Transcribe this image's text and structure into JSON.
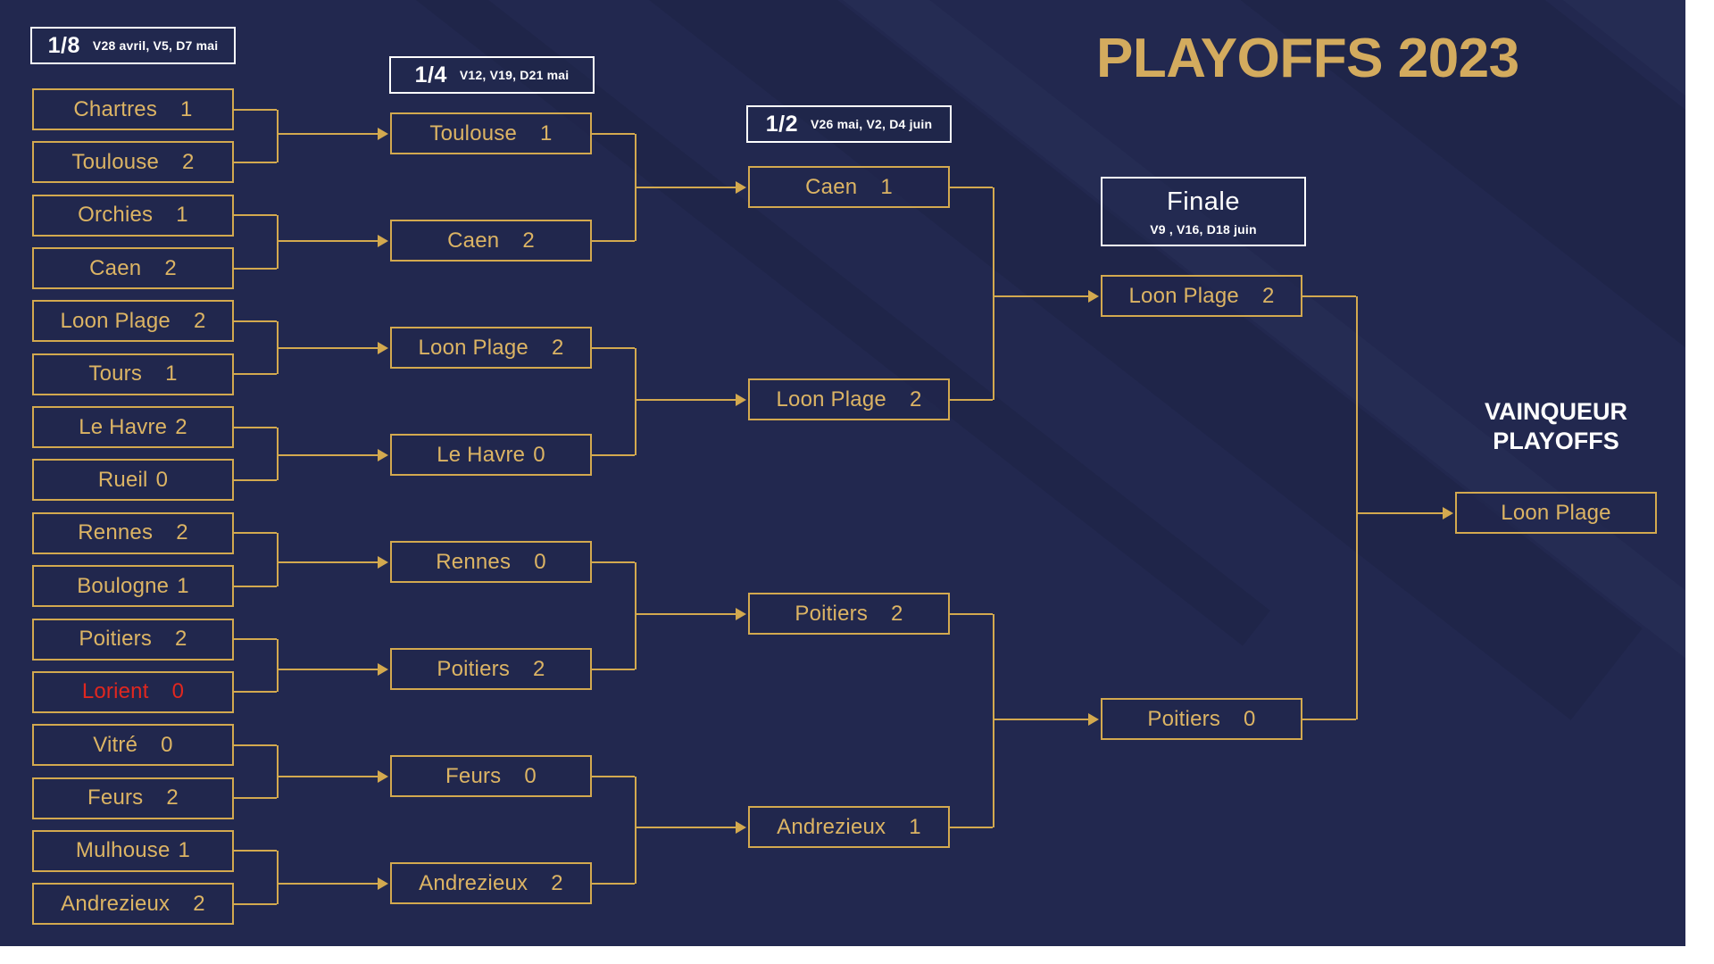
{
  "title": "PLAYOFFS 2023",
  "winner_label_line1": "VAINQUEUR",
  "winner_label_line2": "PLAYOFFS",
  "colors": {
    "background": "#22284f",
    "gold": "#d3a94f",
    "gold_text": "#dcb464",
    "eliminated": "#e0271f",
    "white": "#ffffff"
  },
  "rounds": [
    {
      "id": "r16",
      "name": "1/8",
      "dates": "V28 avril, V5, D7 mai"
    },
    {
      "id": "qf",
      "name": "1/4",
      "dates": "V12, V19, D21 mai"
    },
    {
      "id": "sf",
      "name": "1/2",
      "dates": "V26 mai, V2, D4 juin"
    },
    {
      "id": "final",
      "name": "Finale",
      "dates": "V9 , V16, D18 juin"
    }
  ],
  "r16": [
    {
      "team": "Chartres",
      "score": "1"
    },
    {
      "team": "Toulouse",
      "score": "2"
    },
    {
      "team": "Orchies",
      "score": "1"
    },
    {
      "team": "Caen",
      "score": "2"
    },
    {
      "team": "Loon Plage",
      "score": "2"
    },
    {
      "team": "Tours",
      "score": "1"
    },
    {
      "team": "Le Havre",
      "score": "2"
    },
    {
      "team": "Rueil",
      "score": "0"
    },
    {
      "team": "Rennes",
      "score": "2"
    },
    {
      "team": "Boulogne",
      "score": "1"
    },
    {
      "team": "Poitiers",
      "score": "2"
    },
    {
      "team": "Lorient",
      "score": "0",
      "eliminated": true
    },
    {
      "team": "Vitré",
      "score": "0"
    },
    {
      "team": "Feurs",
      "score": "2"
    },
    {
      "team": "Mulhouse",
      "score": "1"
    },
    {
      "team": "Andrezieux",
      "score": "2"
    }
  ],
  "qf": [
    {
      "team": "Toulouse",
      "score": "1"
    },
    {
      "team": "Caen",
      "score": "2"
    },
    {
      "team": "Loon Plage",
      "score": "2"
    },
    {
      "team": "Le Havre",
      "score": "0"
    },
    {
      "team": "Rennes",
      "score": "0"
    },
    {
      "team": "Poitiers",
      "score": "2"
    },
    {
      "team": "Feurs",
      "score": "0"
    },
    {
      "team": "Andrezieux",
      "score": "2"
    }
  ],
  "sf": [
    {
      "team": "Caen",
      "score": "1"
    },
    {
      "team": "Loon Plage",
      "score": "2"
    },
    {
      "team": "Poitiers",
      "score": "2"
    },
    {
      "team": "Andrezieux",
      "score": "1"
    }
  ],
  "final": [
    {
      "team": "Loon Plage",
      "score": "2"
    },
    {
      "team": "Poitiers",
      "score": "0"
    }
  ],
  "champion": {
    "team": "Loon Plage"
  }
}
